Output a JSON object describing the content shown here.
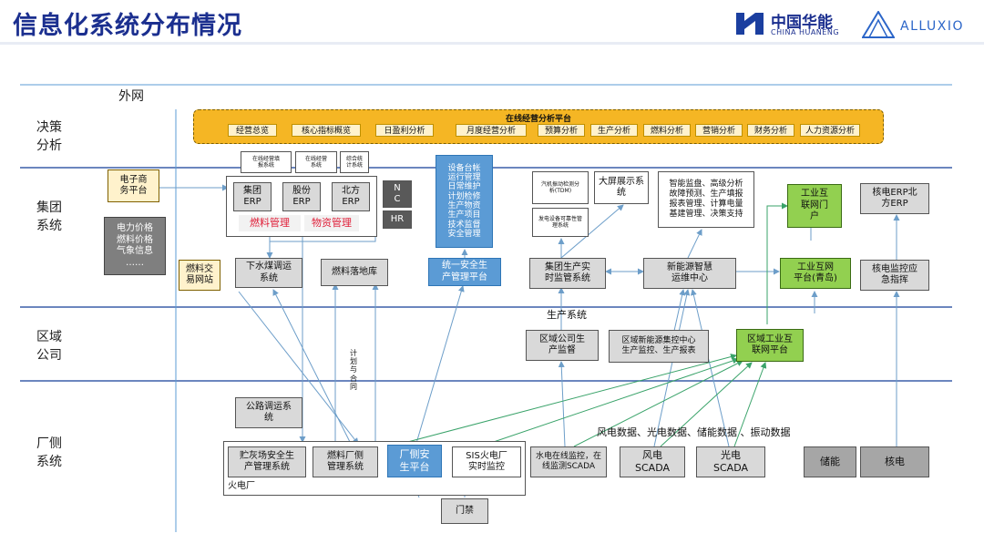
{
  "title": "信息化系统分布情况",
  "logos": {
    "chn_cn": "中国华能",
    "chn_en": "CHINA HUANENG",
    "alluxio": "ALLUXIO"
  },
  "rows": {
    "external": "外网",
    "decision": "决策\n分析",
    "group": "集团\n系统",
    "region": "区域\n公司",
    "plant": "厂侧\n系统"
  },
  "platform": {
    "title": "在线经营分析平台",
    "items": [
      "经营总览",
      "核心指标概览",
      "日盈利分析",
      "月度经营分析",
      "预算分析",
      "生产分析",
      "燃料分析",
      "营销分析",
      "财务分析",
      "人力资源分析"
    ]
  },
  "group": {
    "ecommerce": "电子商\n务平台",
    "price_info": "电力价格\n燃料价格\n气象信息\n……",
    "fuel_trade": "燃料交\n易网站",
    "erp": [
      "集团\nERP",
      "股份\nERP",
      "北方\nERP"
    ],
    "fuel_mgmt": "燃料管理",
    "material_mgmt": "物资管理",
    "small_systems": [
      "在线经营填\n报系统",
      "在线经营\n系统",
      "综合统\n计系统"
    ],
    "nc": "N\nC",
    "hr": "HR",
    "safety_list": "设备台帐\n运行管理\n日常维护\n计划检修\n生产物资\n生产项目\n技术监督\n安全管理",
    "safety_platform": "统一安全生\n产管理平台",
    "coal_transport": "下水煤调运\n系统",
    "fuel_yard": "燃料落地库",
    "tdm": "汽机振动检测分\n析(TDM)",
    "reliability": "发电设备可靠性管\n理系统",
    "big_screen": "大屏展示系\n统",
    "smart_functions": "智能监盘、高级分析\n故障预测、生产填报\n报表管理、计算电量\n基建管理、决策支持",
    "realtime_monitor": "集团生产实\n时监管系统",
    "new_energy_center": "新能源智慧\n运维中心",
    "iiot_portal": "工业互\n联网门\n户",
    "iiot_platform": "工业互网\n平台(青岛)",
    "nuclear_erp": "核电ERP北\n方ERP",
    "nuclear_emergency": "核电监控应\n急指挥"
  },
  "region": {
    "production_system_label": "生产系统",
    "regional_monitor": "区域公司生\n产监督",
    "regional_new_energy": "区域新能源集控中心\n生产监控、生产报表",
    "regional_iiot": "区域工业互\n联网平台",
    "plan_contract": "计\n划\n与\n合\n同"
  },
  "plant": {
    "highway": "公路调运系\n统",
    "ash_yard": "贮灰场安全生\n产管理系统",
    "fuel_plant": "燃料厂侧\n管理系统",
    "plant_safety": "厂侧安\n生平台",
    "sis": "SIS火电厂\n实时监控",
    "thermal_plant": "火电厂",
    "access": "门禁",
    "hydro": "水电在线监控，在\n线监测SCADA",
    "wind": "风电\nSCADA",
    "solar": "光电\nSCADA",
    "data_label": "风电数据、光电数据、储能数据 、振动数据",
    "storage": "储能",
    "nuclear": "核电"
  }
}
